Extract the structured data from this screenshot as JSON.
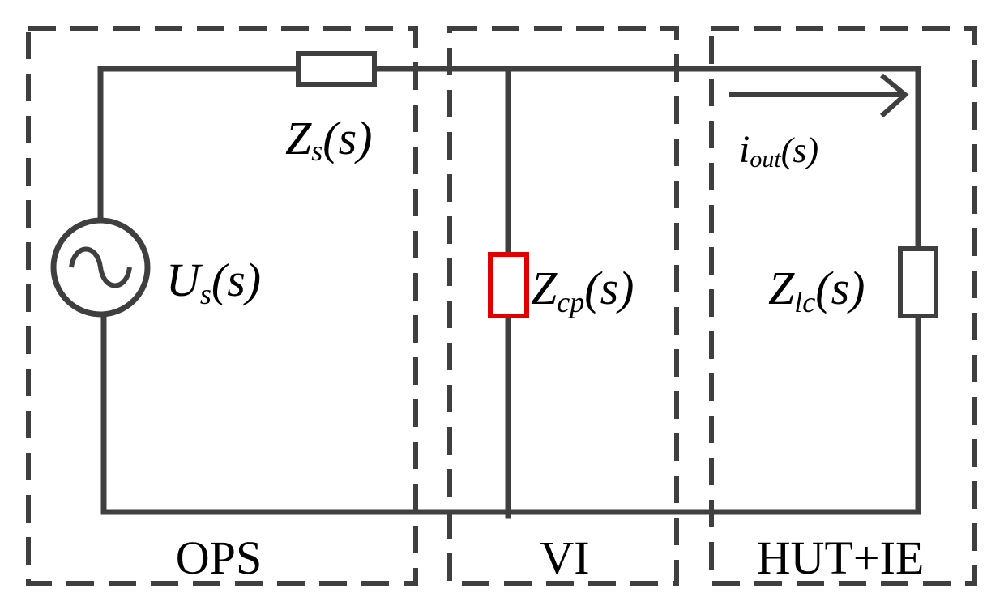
{
  "regions": [
    {
      "label": "OPS"
    },
    {
      "label": "VI"
    },
    {
      "label": "HUT+IE"
    }
  ],
  "labels": {
    "zs": {
      "main": "Z",
      "sub": "s",
      "arg": "(s)"
    },
    "us": {
      "main": "U",
      "sub": "s",
      "arg": "(s)"
    },
    "zcp": {
      "main": "Z",
      "sub": "cp",
      "arg": "(s)"
    },
    "zlc": {
      "main": "Z",
      "sub": "lc",
      "arg": "(s)"
    },
    "iout": {
      "main": "i",
      "sub": "out",
      "arg": "(s)"
    }
  },
  "colors": {
    "line": "#3f3f3f",
    "highlight": "#e00000",
    "text": "#000000"
  },
  "icons": {
    "source": "ac-voltage-source-icon",
    "current_arrow": "arrow-right-icon"
  }
}
